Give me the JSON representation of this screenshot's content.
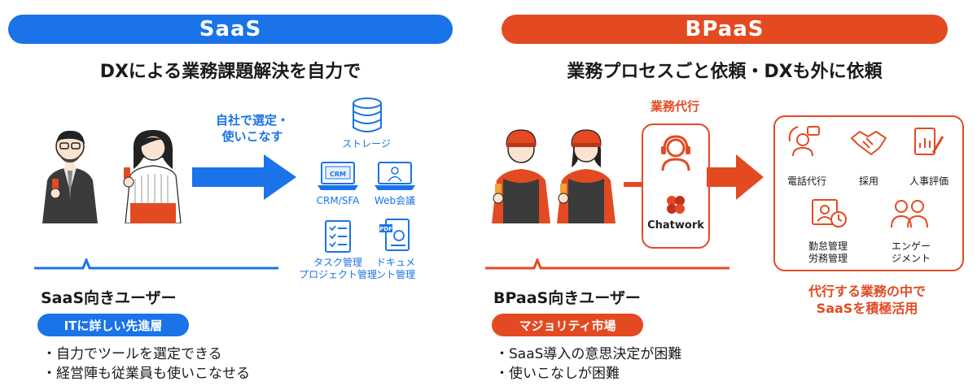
{
  "left": {
    "header": "SaaS",
    "subtitle": "DXによる業務課題解決を自力で",
    "arrow_caption_1": "自社で選定・",
    "arrow_caption_2": "使いこなす",
    "tools": {
      "storage": "ストレージ",
      "crm": "CRM/SFA",
      "crm_screen": "CRM",
      "web": "Web会議",
      "task_1": "タスク管理",
      "task_2": "プロジェクト管理",
      "doc_1": "ドキュメ",
      "doc_2": "ント管理",
      "pdf": "PDF"
    },
    "user_title": "SaaS向きユーザー",
    "tag": "ITに詳しい先進層",
    "bullets": [
      "・自力でツールを選定できる",
      "・経営陣も従業員も使いこなせる"
    ]
  },
  "right": {
    "header": "BPaaS",
    "subtitle": "業務プロセスごと依頼・DXも外に依頼",
    "agency_label": "業務代行",
    "chatwork": "Chatwork",
    "services": {
      "phone": "電話代行",
      "hiring": "採用",
      "eval": "人事評価",
      "attend_1": "勤怠管理",
      "attend_2": "労務管理",
      "engage_1": "エンゲー",
      "engage_2": "ジメント"
    },
    "summary_1": "代行する業務の中で",
    "summary_2": "SaaSを積極活用",
    "user_title": "BPaaS向きユーザー",
    "tag": "マジョリティ市場",
    "bullets": [
      "・SaaS導入の意思決定が困難",
      "・使いこなしが困難"
    ]
  },
  "colors": {
    "blue": "#1a73e8",
    "red": "#e34a22"
  }
}
